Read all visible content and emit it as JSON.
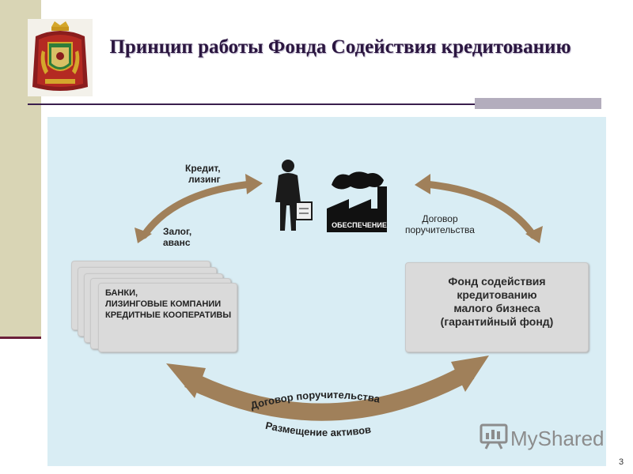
{
  "slide": {
    "title": "Принцип работы Фонда Содействия кредитованию",
    "page_number": "3"
  },
  "diagram": {
    "credit_label": "Кредит,\nлизинг",
    "collateral_label": "Залог,\nаванс",
    "guarantee_contract_label": "Договор\nпоручительства",
    "security_label": "ОБЕСПЕЧЕНИЕ",
    "banks_box": "БАНКИ,\nЛИЗИНГОВЫЕ КОМПАНИИ\nКРЕДИТНЫЕ КООПЕРАТИВЫ",
    "fund_box": "Фонд содействия\nкредитованию\nмалого бизнеса\n(гарантийный фонд)",
    "bottom_arrow_top_label": "Договор поручительства",
    "bottom_arrow_bottom_label": "Размещение активов",
    "arrow_color": "#a0805a",
    "icons": [
      "businessman-icon",
      "factory-icon",
      "coat-of-arms-icon"
    ]
  },
  "watermark": {
    "text": "MyShared"
  }
}
